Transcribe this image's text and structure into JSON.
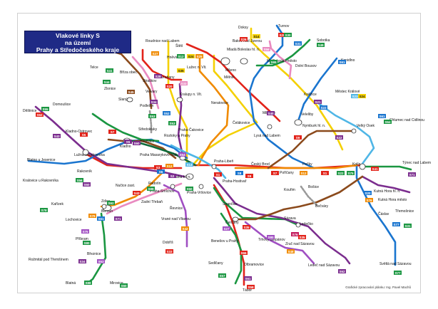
{
  "title": {
    "line1": "Vlakové linky S",
    "line2": "na území",
    "line3": "Prahy a Středočeského kraje"
  },
  "credit": "Grafické zpracování plánku: Ing. Pavel Machů",
  "stations": [
    {
      "id": "praha",
      "name": "Praha hl. n."
    },
    {
      "id": "masaryk",
      "name": "Praha Masarykovo nádr."
    },
    {
      "id": "holesovice",
      "name": "Holešovice"
    },
    {
      "id": "liben",
      "name": "Praha-Libeň"
    },
    {
      "id": "vysocany",
      "name": "Praha-Vysočany"
    },
    {
      "id": "hostivar",
      "name": "Praha-Hostivař"
    },
    {
      "id": "vrsovice",
      "name": "Praha-Vršovice"
    },
    {
      "id": "smichov",
      "name": "Praha-Smíchov"
    },
    {
      "id": "radotin",
      "name": "Radotín"
    },
    {
      "id": "zbraslav",
      "name": "Zadní Třebaň"
    },
    {
      "id": "cakovice",
      "name": "Praha-Čakovice"
    },
    {
      "id": "roztoky",
      "name": "Roztoky u Prahy"
    },
    {
      "id": "kralupy",
      "name": "Kralupy n. Vlt."
    },
    {
      "id": "vranany",
      "name": "Vraňany"
    },
    {
      "id": "luzec",
      "name": "Lužec n. Vlt."
    },
    {
      "id": "hornov",
      "name": "Hněvice"
    },
    {
      "id": "roudnice",
      "name": "Roudnice nad Labem"
    },
    {
      "id": "libochovice",
      "name": "Straškov"
    },
    {
      "id": "brizaobec",
      "name": "Bříza obec"
    },
    {
      "id": "zlonice",
      "name": "Zlonice"
    },
    {
      "id": "slany",
      "name": "Slaný"
    },
    {
      "id": "velvary",
      "name": "Velvary"
    },
    {
      "id": "podlesin",
      "name": "Podlešín"
    },
    {
      "id": "kladno",
      "name": "Kladno"
    },
    {
      "id": "kladnoostr",
      "name": "Kladno-Ostrovec"
    },
    {
      "id": "stredokluky",
      "name": "Středokluky"
    },
    {
      "id": "hostivice",
      "name": "Hostivice"
    },
    {
      "id": "lužná",
      "name": "Lužná u Rakovníka"
    },
    {
      "id": "rakovnik",
      "name": "Rakovník"
    },
    {
      "id": "krupa",
      "name": "Kralovice u Rakovníka"
    },
    {
      "id": "beroun",
      "name": "Beroun"
    },
    {
      "id": "zdice",
      "name": "Zdice"
    },
    {
      "id": "kralovdvur",
      "name": "Králův Dvůr"
    },
    {
      "id": "lochovice",
      "name": "Lochovice"
    },
    {
      "id": "pribram",
      "name": "Příbram"
    },
    {
      "id": "beroun2",
      "name": "Nučice zast."
    },
    {
      "id": "dobris",
      "name": "Dobříš"
    },
    {
      "id": "vrane",
      "name": "Vrané nad Vltavou"
    },
    {
      "id": "cercany",
      "name": "Čerčany"
    },
    {
      "id": "benesov",
      "name": "Benešov u Prahy"
    },
    {
      "id": "sedlcany",
      "name": "Sedlčany"
    },
    {
      "id": "olbramovice",
      "name": "Olbramovice"
    },
    {
      "id": "tabor",
      "name": "Tábor"
    },
    {
      "id": "trhovy",
      "name": "Trhový Štěpánov"
    },
    {
      "id": "sazava",
      "name": "Sázava"
    },
    {
      "id": "ledecko",
      "name": "Ledečko"
    },
    {
      "id": "zruc",
      "name": "Zruč nad Sázavou"
    },
    {
      "id": "ledec",
      "name": "Ledeč nad Sázavou"
    },
    {
      "id": "kolin",
      "name": "Kolín"
    },
    {
      "id": "pecky",
      "name": "Pečky"
    },
    {
      "id": "cbrod",
      "name": "Český Brod"
    },
    {
      "id": "porican",
      "name": "Poříčany"
    },
    {
      "id": "kourim",
      "name": "Kouřim"
    },
    {
      "id": "bosice",
      "name": "Bošice"
    },
    {
      "id": "bezvery",
      "name": "Bečváry"
    },
    {
      "id": "khora",
      "name": "Kutná Hora hl. n."
    },
    {
      "id": "khoramesto",
      "name": "Kutná Hora město"
    },
    {
      "id": "caslav",
      "name": "Čáslav"
    },
    {
      "id": "tremosnice",
      "name": "Třemošnice"
    },
    {
      "id": "svetla",
      "name": "Světlá nad Sázavou"
    },
    {
      "id": "tynec",
      "name": "Týnec nad Labem"
    },
    {
      "id": "velkyosek",
      "name": "Velký Osek"
    },
    {
      "id": "chlumec",
      "name": "Chlumec nad Cidlinou"
    },
    {
      "id": "nymburk",
      "name": "Nymburk hl. n."
    },
    {
      "id": "velenice",
      "name": "Veleliby"
    },
    {
      "id": "kineec",
      "name": "Kněžice"
    },
    {
      "id": "mestokralove",
      "name": "Městec Králové"
    },
    {
      "id": "kopidlno",
      "name": "Kopidlno"
    },
    {
      "id": "sobotka",
      "name": "Sobotka"
    },
    {
      "id": "milovice",
      "name": "Milovice"
    },
    {
      "id": "lysa",
      "name": "Lysá nad Labem"
    },
    {
      "id": "celakovice",
      "name": "Čelákovice"
    },
    {
      "id": "neratovice",
      "name": "Neratovice"
    },
    {
      "id": "kralupy2",
      "name": "Všetaty"
    },
    {
      "id": "melnik",
      "name": "Mělník"
    },
    {
      "id": "mseno",
      "name": "Mšeno"
    },
    {
      "id": "mladab",
      "name": "Mladá Boleslav hl. n."
    },
    {
      "id": "mbmesto",
      "name": "Ml. Boleslav město"
    },
    {
      "id": "dolnibousov",
      "name": "Dolní Bousov"
    },
    {
      "id": "bakov",
      "name": "Bakov nad Jizerou"
    },
    {
      "id": "doksy",
      "name": "Doksy"
    },
    {
      "id": "turnov",
      "name": "Turnov"
    },
    {
      "id": "stetic",
      "name": "Štětí"
    },
    {
      "id": "telce",
      "name": "Telce"
    },
    {
      "id": "zlonice2",
      "name": "Zlonice"
    },
    {
      "id": "domoussice",
      "name": "Domoušice"
    },
    {
      "id": "detrnice",
      "name": "Děštnice"
    },
    {
      "id": "blatno",
      "name": "Blatno u Jesenice"
    },
    {
      "id": "kalivek",
      "name": "Kařízek"
    },
    {
      "id": "rozmital",
      "name": "Rožmitál pod Třemšínem"
    },
    {
      "id": "breznice",
      "name": "Březnice"
    },
    {
      "id": "blatna",
      "name": "Blatná"
    },
    {
      "id": "mirovice",
      "name": "Mirovice"
    }
  ],
  "labels": {
    "doksy": "Doksy",
    "turnov": "Turnov",
    "sobotka": "Sobotka",
    "bakov": "Bakov nad Jizerou",
    "mladab": "Mladá Boleslav hl. n.",
    "mbmesto": "Ml. Boleslav město",
    "dolnibousov": "Dolní Bousov",
    "kopidlno": "Kopidlno",
    "mseno": "Mšeno",
    "melnik": "Mělník",
    "stetic": "Štětí",
    "roudnice": "Roudnice nad Labem",
    "hnevice": "Hněvice",
    "luzec": "Lužec n. Vlt.",
    "vranany": "Vraňany",
    "brizaobec": "Bříza obec",
    "straskov": "Straškov",
    "telce": "Telce",
    "zlonice": "Zlonice",
    "velvary": "Velvary",
    "slany": "Slaný",
    "podlesin": "Podlešín",
    "kralupy": "Kralupy n. Vlt.",
    "vsetaty": "Všetaty",
    "neratovice": "Neratovice",
    "knezice": "Kněžice",
    "mestec": "Městec Králové",
    "chlumec": "Chlumec nad Cidlinou",
    "velelib": "Veleliby",
    "milovice": "Milovice",
    "nymburk": "Nymburk hl. n.",
    "velkyosek": "Velký Osek",
    "lysa": "Lysá nad Labem",
    "celakovice": "Čelákovice",
    "cakovice": "Praha-Čakovice",
    "roztoky": "Roztoky u Prahy",
    "stredokluky": "Středokluky",
    "domousice": "Domoušice",
    "destnice": "Děštnice",
    "kladnoostr": "Kladno-Ostrovec",
    "kladno": "Kladno",
    "hostivice": "Hostivice",
    "luzna": "Lužná u Rakovníka",
    "blatno": "Blatno u Jesenice",
    "rakovnik": "Rakovník",
    "kralovice": "Kralovice u Rakovníka",
    "masaryk": "Praha Masarykovo nádr.",
    "liben": "Praha-Libeň",
    "cbrod": "Český Brod",
    "pecky": "Pečky",
    "porican": "Poříčany",
    "kolin": "Kolín",
    "tynec": "Týnec nad Labem",
    "nucice": "Nučice zast.",
    "radotin": "Radotín",
    "praha": "Praha hl. n.",
    "hostivar": "Praha-Hostivař",
    "smichov": "Praha-Smíchov",
    "vrsovice": "Praha-Vršovice",
    "kourim": "Kouřim",
    "bosice": "Bošice",
    "becvary": "Bečváry",
    "khora": "Kutná Hora hl. n.",
    "khoramesto": "Kutná Hora město",
    "caslav": "Čáslav",
    "tremosnice": "Třemošnice",
    "zdice": "Zdice",
    "beroun": "Beroun",
    "zadni": "Zadní Třebaň",
    "revnice": "Řevnice",
    "karizek": "Kařízek",
    "lochovice": "Lochovice",
    "pribram": "Příbram",
    "vrane": "Vrané nad Vltavou",
    "dobris": "Dobříš",
    "strancice": "Strančice",
    "cercany": "Čerčany",
    "sazava": "Sázava",
    "ledecko": "Ledečko",
    "benesov": "Benešov u Prahy",
    "trhovy": "Trhový Štěpánov",
    "zruc": "Zruč nad Sázavou",
    "sedlcany": "Sedlčany",
    "olbramovice": "Olbramovice",
    "ledec": "Ledeč nad Sázavou",
    "svetla": "Světlá nad Sázavou",
    "rozmital": "Rožmitál pod Třemšínem",
    "breznice": "Březnice",
    "blatna": "Blatná",
    "mirovice": "Mirovice",
    "tabor": "Tábor"
  },
  "colors": {
    "red": "#e2231a",
    "blue": "#1a75cf",
    "green": "#1a9641",
    "purple": "#7b2d8e",
    "orange": "#f08a00",
    "yellow": "#f4d000",
    "brown": "#8b4a1c",
    "pink": "#e98ac0",
    "lightblue": "#4fb6e6",
    "darkgreen": "#0e6b3a",
    "gray": "#9a9a9a",
    "violet": "#a04fc2",
    "teal": "#0b9b9b",
    "lime": "#8bc53f",
    "magenta": "#c2185b",
    "navy": "#1f2a86"
  },
  "badges": {
    "b1": "S1",
    "b2": "S2",
    "b3": "S3",
    "b4": "S4",
    "b5": "S5",
    "b6": "S6",
    "b7": "S7",
    "b8": "S8",
    "b9": "S9",
    "b12": "S12",
    "b14": "S14",
    "b15": "S15",
    "b20": "S20",
    "b22": "S22",
    "b23": "S23",
    "b24": "S24",
    "b25": "S25",
    "b26": "S26",
    "b27": "S27",
    "b28": "S28",
    "b30": "S30",
    "b31": "S31",
    "b32": "S32",
    "b33": "S33",
    "b34": "S34",
    "b35": "S35",
    "b41": "S41",
    "b42": "S42",
    "b43": "S43",
    "b44": "S44",
    "b45": "S45",
    "b49": "S49",
    "b50": "S50",
    "b51": "S51",
    "b52": "S52",
    "b53": "S53",
    "b54": "S54",
    "b55": "S55",
    "b56": "S56",
    "b57": "S57",
    "b58": "S58",
    "b60": "S60",
    "b61": "S61",
    "b62": "S62",
    "b64": "S64",
    "b65": "S65",
    "b66": "S66",
    "b70": "S70",
    "b75": "S75",
    "b76": "S76",
    "b77": "S77",
    "b78": "S78",
    "b80": "S80",
    "b88": "S88"
  }
}
